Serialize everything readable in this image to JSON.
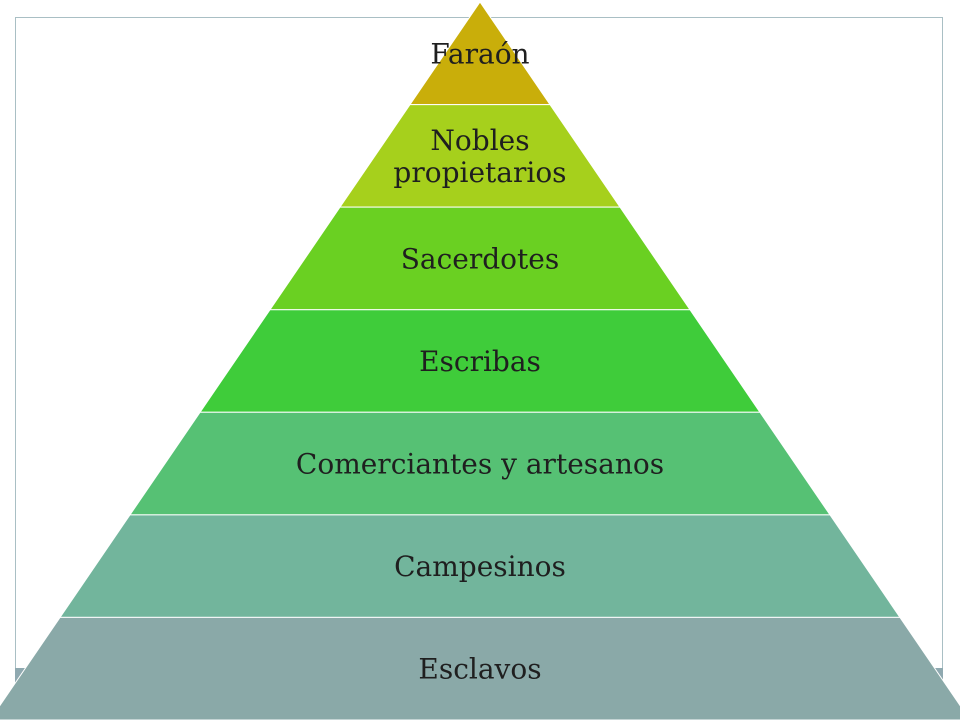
{
  "pyramid": {
    "tiers": [
      {
        "label": [
          "Faraón"
        ],
        "color": "#c9ae0a"
      },
      {
        "label": [
          "Nobles",
          "propietarios"
        ],
        "color": "#a6d01c"
      },
      {
        "label": [
          "Sacerdotes"
        ],
        "color": "#6ad022"
      },
      {
        "label": [
          "Escribas"
        ],
        "color": "#3fcc3a"
      },
      {
        "label": [
          "Comerciantes y artesanos"
        ],
        "color": "#56c174"
      },
      {
        "label": [
          "Campesinos"
        ],
        "color": "#72b59c"
      },
      {
        "label": [
          "Esclavos"
        ],
        "color": "#8aa9a8"
      }
    ]
  },
  "slide": {
    "background": "#ffffff",
    "frame_color": "#a9bfc4",
    "footer_color": "#8fa9b0"
  }
}
